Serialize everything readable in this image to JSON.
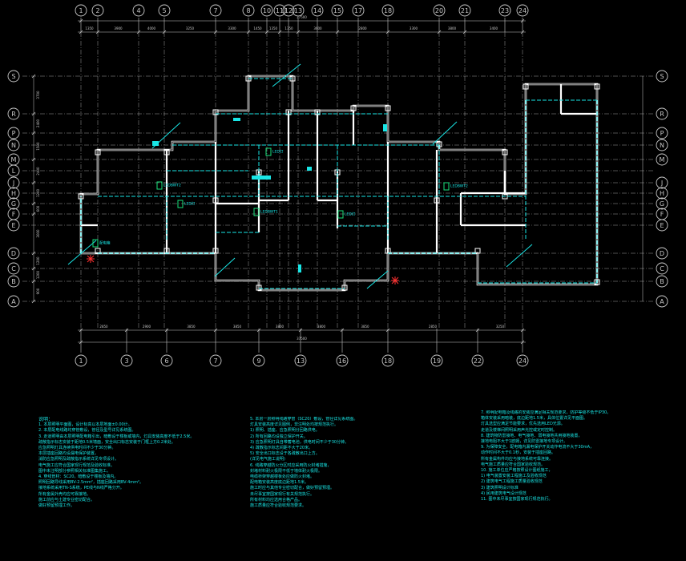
{
  "colors": {
    "background": "#000000",
    "wall": "#ffffff",
    "grid": "#c8c8c8",
    "pipe": "#19e6e6",
    "equipment": "#17e07a",
    "marker": "#ff3030"
  },
  "axes": {
    "top": [
      "1",
      "2",
      "4",
      "5",
      "7",
      "8",
      "10",
      "11",
      "12",
      "13",
      "14",
      "15",
      "17",
      "18",
      "20",
      "21",
      "23",
      "24"
    ],
    "bottom": [
      "1",
      "3",
      "6",
      "7",
      "9",
      "13",
      "16",
      "18",
      "19",
      "22",
      "24"
    ],
    "left": [
      "S",
      "R",
      "P",
      "N",
      "M",
      "L",
      "J",
      "H",
      "G",
      "F",
      "E",
      "D",
      "C",
      "B",
      "A"
    ],
    "right": [
      "S",
      "R",
      "P",
      "N",
      "M",
      "J",
      "H",
      "G",
      "F",
      "E",
      "D",
      "C",
      "B",
      "A"
    ]
  },
  "dimensions": {
    "top_overall": "37500",
    "top_segments": [
      "1350",
      "3900",
      "4000",
      "3250",
      "3300",
      "1450",
      "1350",
      "1350",
      "3600",
      "2800",
      "3300",
      "3800",
      "3400"
    ],
    "bottom_overall": "37500",
    "bottom_segments": [
      "2850",
      "2900",
      "3850",
      "3850",
      "3800",
      "3800",
      "3850",
      "2850",
      "3250"
    ],
    "left_segments": [
      "3700",
      "2400",
      "1500",
      "2400",
      "1200",
      "600",
      "3000",
      "1200",
      "1200",
      "900"
    ]
  },
  "equipment_labels": [
    "LED灯",
    "LEDBWT2",
    "LEDBWT1",
    "LED灯",
    "LED灯",
    "LEDBWT2",
    "配电箱"
  ],
  "notes": {
    "col1": [
      "说明：",
      "1. 本层照明平面图，设计标高以本层地面±0.00计。",
      "2. 本层配电线路均穿管敷设，管径及型号详见系统图。",
      "3. 走道照明由本层照明配电箱引出，暗敷设于楼板或墙内，灯具安装高度不低于2.5米。",
      "   疏散指示标志安装于距地0.5米墙面，安全出口标志安装于门框上方0.2米处。",
      "   应急照明灯具连续供电时间不少于30分钟。",
      "   本层插座回路均设漏电保护装置。",
      "   消防应急照明及疏散指示系统详见专项设计。",
      "   电气施工应符合国家现行规范及验收标准。",
      "   图中未注明部分参照相关标准图集施工。",
      "4. 穿线管材：SC20，暗敷设于楼板及墙内。",
      "   照明回路导线采用BV-2.5mm²，插座回路采用BV-4mm²。",
      "   接地系统采用TN-S系统，PE线与N线严格分开。",
      "   所有金属外壳均应可靠接地。",
      "   施工前应与土建专业密切配合。",
      "   做好预留预埋工作。"
    ],
    "col2": [
      "5. 本层一层照明线路穿管（SC20）敷设，管径详见系统图。",
      "   灯具安装高度详见图例，非注明处均按规范执行。",
      "   1) 照明、插座、应急照明分回路供电。",
      "   2) 所有回路均设独立保护开关。",
      "   3) 应急照明灯具自带蓄电池，供电时间不少于30分钟。",
      "   4) 疏散指示标志间距不大于20米。",
      "   5) 安全出口标志设于各疏散出口上方。",
      "   (详见电气施工说明)",
      "6. 线路穿越防火分区时应采用防火封堵措施，",
      "   封堵材料耐火极限不低于墙体耐火极限。",
      "   电缆桥架穿越楼板处应做防火封堵。",
      "   配电箱安装高度底边距地1.5米。",
      "   施工时应与其他专业密切配合，做好预留预埋。",
      "   未尽事宜按国家现行有关规范执行。",
      "   所有材料均应选用合格产品。",
      "   施工质量应符合验收规范要求。"
    ],
    "col3": [
      "7. 照明配电箱及线路的安装应满足相关规范要求，防护等级不低于IP30。",
      "   箱体安装采用暗装，底边距地1.5米，具体位置详见平面图。",
      "   灯具选型应满足节能要求，优先选用LED光源。",
      "   走道及楼梯间照明采用声光控或定时控制。",
      "8. 建筑物防雷接地、电气接地、弱电接地共用接地装置，",
      "   接地电阻不大于1欧姆，详见防雷接地专项设计。",
      "9. 为保障安全，配电箱内漏电保护开关动作电流不大于30mA，",
      "   动作时间不大于0.1秒，安装于插座回路。",
      "   所有金属构件均应与接地系统可靠连接。",
      "   电气施工质量应符合国家验收规范。",
      "10. 施工单位应严格按照设计图纸施工，",
      "   1) 电气装置安装工程施工及验收规范",
      "   2) 建筑电气工程施工质量验收规范",
      "   3) 建筑照明设计标准",
      "   4) 民用建筑电气设计规范",
      "11. 图中未尽事宜按国家现行规范执行。"
    ]
  }
}
